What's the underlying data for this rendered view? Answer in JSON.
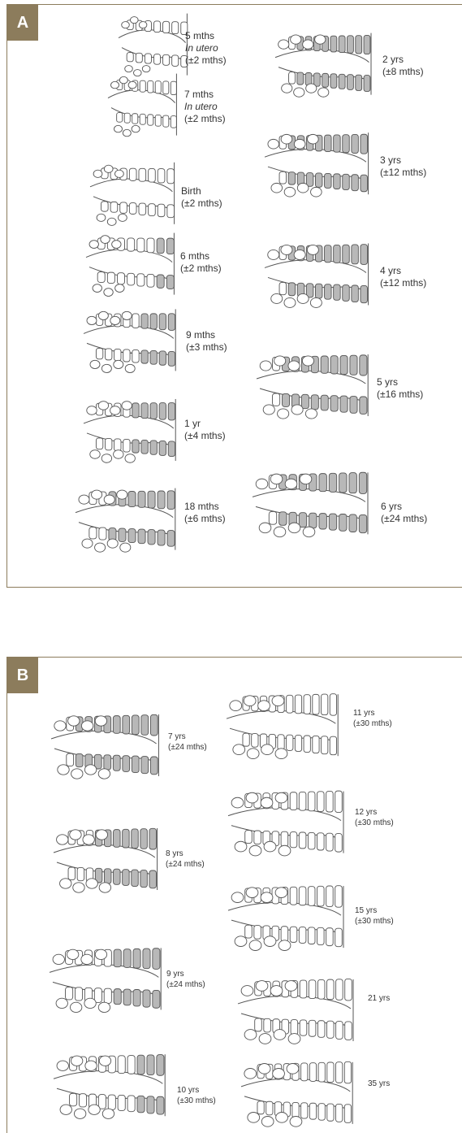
{
  "panel_a": {
    "badge": "A",
    "stages": [
      {
        "line1": "5 mths",
        "line2": "In utero",
        "line3": "(±2 mths)",
        "shade": 0
      },
      {
        "line1": "7 mths",
        "line2": "In utero",
        "line3": "(±2 mths)",
        "shade": 0
      },
      {
        "line1": "Birth",
        "line2": "(±2 mths)",
        "shade": 0
      },
      {
        "line1": "6 mths",
        "line2": "(±2 mths)",
        "shade": 0.2
      },
      {
        "line1": "9 mths",
        "line2": "(±3 mths)",
        "shade": 0.5
      },
      {
        "line1": "1 yr",
        "line2": "(±4 mths)",
        "shade": 0.6
      },
      {
        "line1": "18 mths",
        "line2": "(±6 mths)",
        "shade": 0.8
      },
      {
        "line1": "2 yrs",
        "line2": "(±8 mths)",
        "shade": 0.9
      },
      {
        "line1": "3 yrs",
        "line2": "(±12 mths)",
        "shade": 1
      },
      {
        "line1": "4 yrs",
        "line2": "(±12 mths)",
        "shade": 1
      },
      {
        "line1": "5 yrs",
        "line2": "(±16 mths)",
        "shade": 1
      },
      {
        "line1": "6 yrs",
        "line2": "(±24 mths)",
        "shade": 1
      }
    ]
  },
  "panel_b": {
    "badge": "B",
    "stages": [
      {
        "line1": "7 yrs",
        "line2": "(±24 mths)",
        "shade": 0.9
      },
      {
        "line1": "8 yrs",
        "line2": "(±24 mths)",
        "shade": 0.7
      },
      {
        "line1": "9 yrs",
        "line2": "(±24 mths)",
        "shade": 0.5
      },
      {
        "line1": "10 yrs",
        "line2": "(±30 mths)",
        "shade": 0.3
      },
      {
        "line1": "11 yrs",
        "line2": "(±30 mths)",
        "shade": 0
      },
      {
        "line1": "12 yrs",
        "line2": "(±30 mths)",
        "shade": 0
      },
      {
        "line1": "15 yrs",
        "line2": "(±30 mths)",
        "shade": 0
      },
      {
        "line1": "21 yrs",
        "shade": 0
      },
      {
        "line1": "35 yrs",
        "shade": 0
      }
    ]
  },
  "colors": {
    "badge": "#8c7c5c",
    "line": "#555555",
    "deciduous_shade": "#b8b8b8",
    "tooth_fill": "#ffffff"
  }
}
